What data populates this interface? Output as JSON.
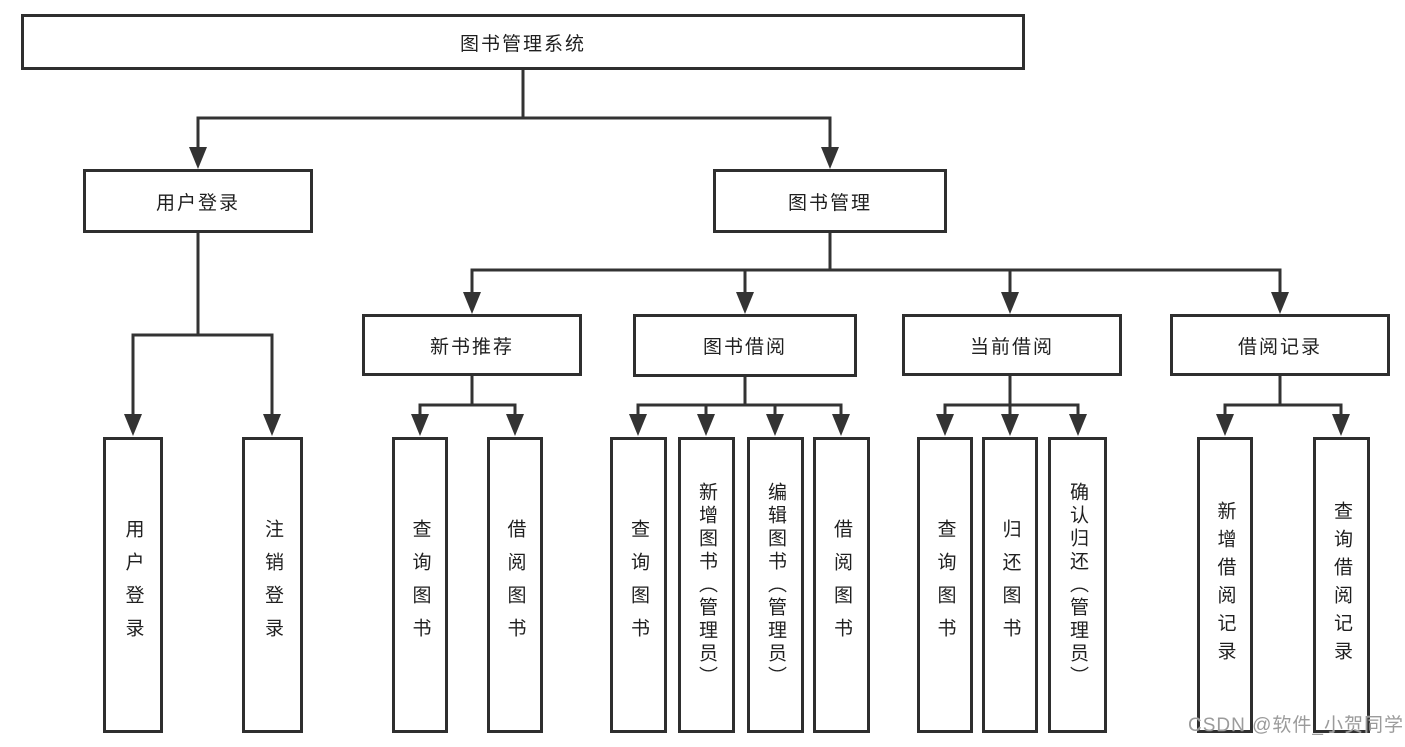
{
  "diagram": {
    "root": {
      "label": "图书管理系统"
    },
    "level2": [
      {
        "label": "用户登录"
      },
      {
        "label": "图书管理"
      }
    ],
    "level3": [
      {
        "label": "新书推荐",
        "parent": "图书管理"
      },
      {
        "label": "图书借阅",
        "parent": "图书管理"
      },
      {
        "label": "当前借阅",
        "parent": "图书管理"
      },
      {
        "label": "借阅记录",
        "parent": "图书管理"
      }
    ],
    "leaves": [
      {
        "label": "用户登录",
        "parent": "用户登录"
      },
      {
        "label": "注销登录",
        "parent": "用户登录"
      },
      {
        "label": "查询图书",
        "parent": "新书推荐"
      },
      {
        "label": "借阅图书",
        "parent": "新书推荐"
      },
      {
        "label": "查询图书",
        "parent": "图书借阅"
      },
      {
        "label": "新增图书（管理员）",
        "parent": "图书借阅"
      },
      {
        "label": "编辑图书（管理员）",
        "parent": "图书借阅"
      },
      {
        "label": "借阅图书",
        "parent": "图书借阅"
      },
      {
        "label": "查询图书",
        "parent": "当前借阅"
      },
      {
        "label": "归还图书",
        "parent": "当前借阅"
      },
      {
        "label": "确认归还（管理员）",
        "parent": "当前借阅"
      },
      {
        "label": "新增借阅记录",
        "parent": "借阅记录"
      },
      {
        "label": "查询借阅记录",
        "parent": "借阅记录"
      }
    ]
  },
  "watermark": "CSDN @软件_小贺同学",
  "colors": {
    "line": "#333333",
    "box_border": "#2f2f2f",
    "text": "#1f1f1f",
    "watermark_text": "#9b9b9b",
    "background": "#ffffff"
  }
}
